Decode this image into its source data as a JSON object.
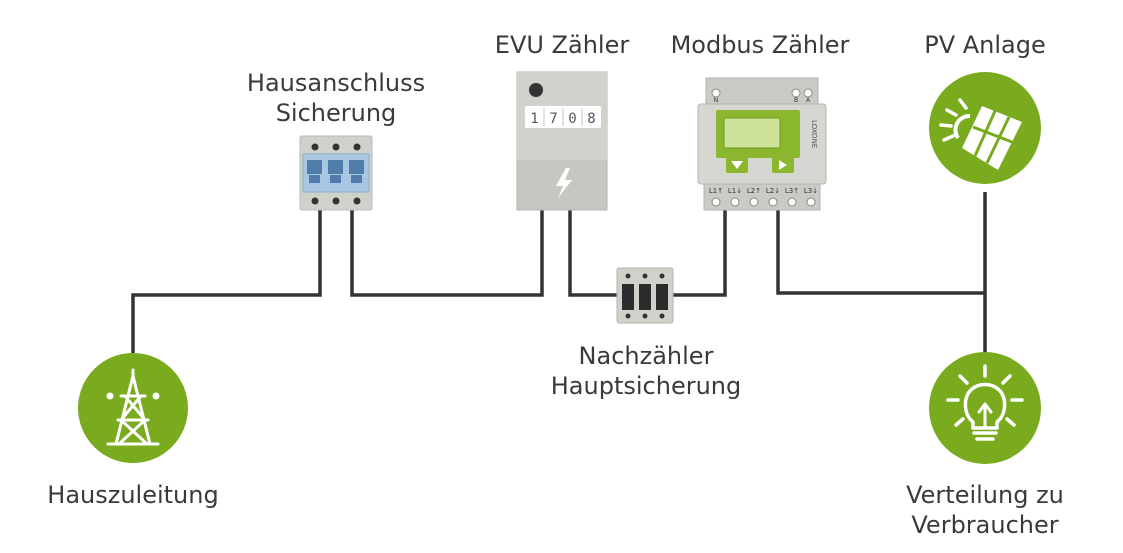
{
  "labels": {
    "hausanschluss_line1": "Hausanschluss",
    "hausanschluss_line2": "Sicherung",
    "evu": "EVU Zähler",
    "modbus": "Modbus Zähler",
    "pv": "PV Anlage",
    "nachzaehler_line1": "Nachzähler",
    "nachzaehler_line2": "Hauptsicherung",
    "hauszuleitung": "Hauszuleitung",
    "verteilung_line1": "Verteilung zu",
    "verteilung_line2": "Verbraucher"
  },
  "evu_meter": {
    "digits": [
      "1",
      "7",
      "0",
      "8"
    ]
  },
  "modbus_meter": {
    "brand": "LOXONE",
    "terminals": [
      "L1↑",
      "L1↓",
      "L2↑",
      "L2↓",
      "L3↑",
      "L3↓"
    ],
    "top_terminals": [
      "N",
      "B",
      "A"
    ]
  },
  "colors": {
    "icon_green": "#7aab1f",
    "line": "#333333",
    "device_grey": "#cfd1cb",
    "fuse_blue": "#a9c7e3"
  },
  "icons": {
    "hauszuleitung": "power-tower-icon",
    "pv": "solar-panel-icon",
    "verteilung": "lightbulb-icon"
  }
}
